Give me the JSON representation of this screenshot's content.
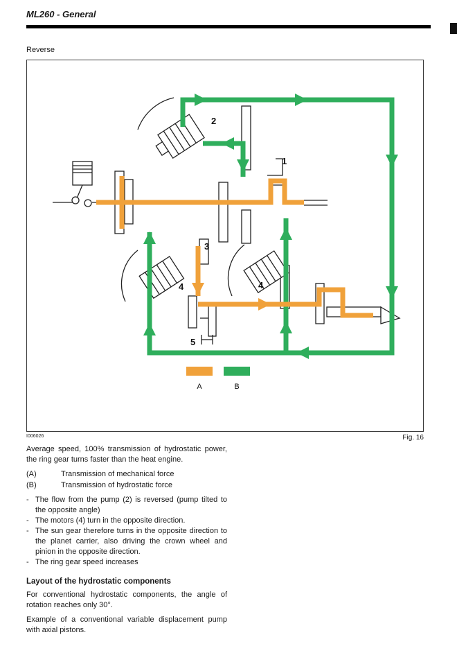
{
  "header": {
    "title": "ML260 - General"
  },
  "figure": {
    "section_label": "Reverse",
    "code": "I006026",
    "caption": "Fig. 16"
  },
  "diagram": {
    "colors": {
      "mechanical_orange": "#f0a13a",
      "hydrostatic_green": "#2fae5c"
    },
    "labels": {
      "n1": "1",
      "n2": "2",
      "n3": "3",
      "n4a": "4",
      "n4b": "4",
      "n5": "5"
    },
    "legend": {
      "a": "A",
      "b": "B"
    }
  },
  "body": {
    "bullet_marker": "-",
    "p1": "Average speed, 100% transmission of hydrostatic power, the ring gear turns faster than the heat engine.",
    "definitions": [
      {
        "key": "(A)",
        "text": "Transmission of mechanical force"
      },
      {
        "key": "(B)",
        "text": "Transmission of hydrostatic force"
      }
    ],
    "bullets": [
      "The flow from the pump (2) is reversed (pump tilted to the opposite angle)",
      "The motors (4) turn in the opposite direction.",
      "The sun gear therefore turns in the opposite direction to the planet carrier, also driving the crown wheel and pinion in the opposite direction.",
      "The ring gear speed increases"
    ],
    "heading": "Layout of the hydrostatic components",
    "p2": "For conventional hydrostatic components, the angle of rotation reaches only 30°.",
    "p3": "Example of a conventional variable displacement pump with axial pistons."
  }
}
